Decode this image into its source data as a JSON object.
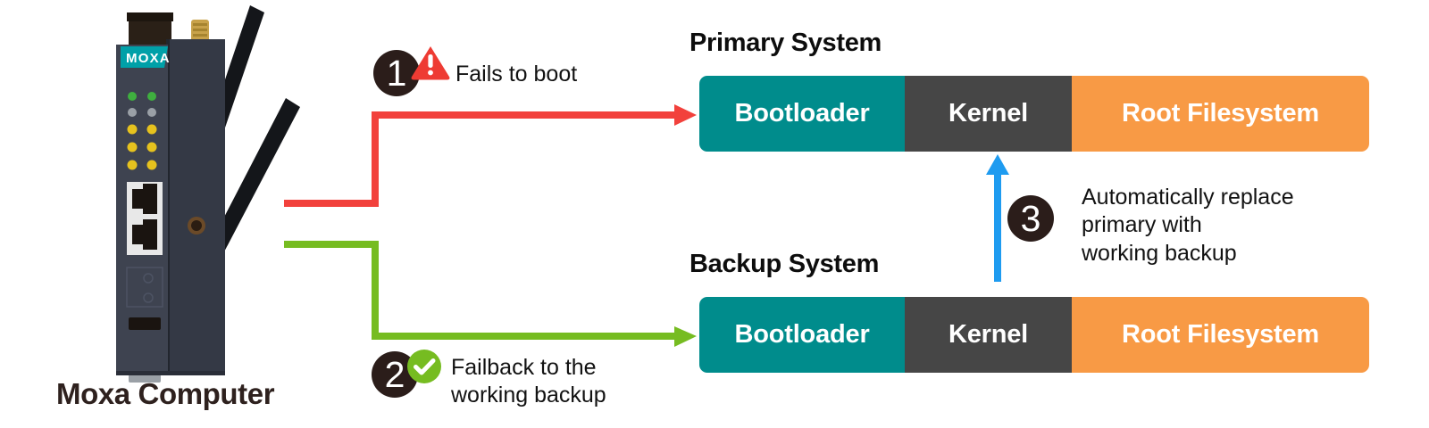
{
  "diagram": {
    "title_caption": "Moxa Computer",
    "device": {
      "brand_label": "MOXA",
      "brand_color": "#00A0A8",
      "body_color": "#3E4350",
      "led_colors": [
        "#3FAF3F",
        "#9AA0A6",
        "#E6C21E"
      ]
    },
    "steps": [
      {
        "number": "1",
        "text": "Fails to boot",
        "icon": "warning-triangle-icon",
        "icon_color": "#EE3B33",
        "wire_color": "#F2413C"
      },
      {
        "number": "2",
        "text_lines": [
          "Failback to the",
          "working backup"
        ],
        "icon": "check-circle-icon",
        "icon_color": "#76BC21",
        "wire_color": "#76BC21"
      },
      {
        "number": "3",
        "text_lines": [
          "Automatically replace",
          "primary with",
          "working backup"
        ],
        "icon": "up-arrow-icon",
        "icon_color": "#1E9BF0",
        "wire_color": "#1E9BF0"
      }
    ],
    "systems": [
      {
        "title": "Primary System",
        "segments": [
          {
            "label": "Bootloader",
            "color": "#008C8C"
          },
          {
            "label": "Kernel",
            "color": "#464646"
          },
          {
            "label": "Root Filesystem",
            "color": "#F89A45"
          }
        ]
      },
      {
        "title": "Backup System",
        "segments": [
          {
            "label": "Bootloader",
            "color": "#008C8C"
          },
          {
            "label": "Kernel",
            "color": "#464646"
          },
          {
            "label": "Root Filesystem",
            "color": "#F89A45"
          }
        ]
      }
    ],
    "badge_color": "#2B1D1A"
  }
}
